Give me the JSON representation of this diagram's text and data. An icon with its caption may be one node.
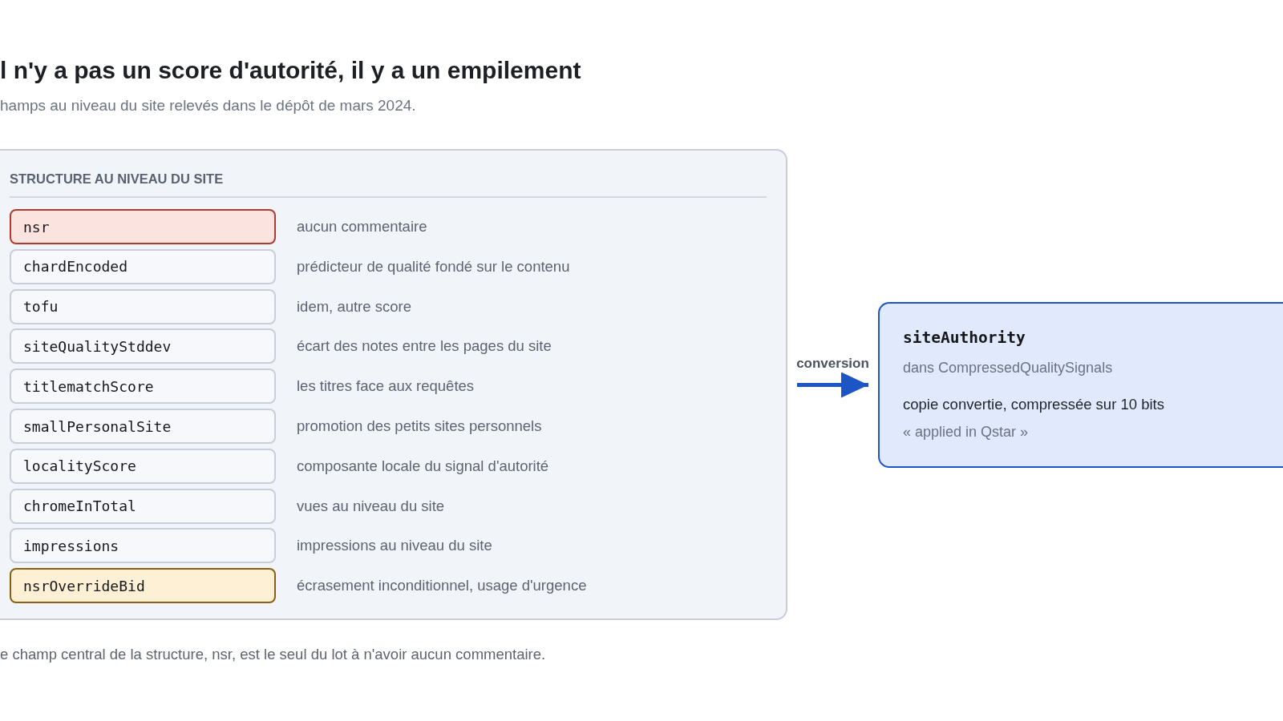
{
  "diagram": {
    "title": "l n'y a pas un score d'autorité, il y a un empilement",
    "caption": "e champ central de la structure, nsr, est le seul du lot à n'avoir aucun commentaire.",
    "nodes": [
      {
        "text": [
          "STRUCTURE AU NIVEAU DU SITE"
        ]
      },
      {
        "text": [
          "nsr"
        ],
        "in": 0,
        "beside": [
          "aucun commentaire"
        ]
      },
      {
        "text": [
          "chardEncoded"
        ],
        "in": 0,
        "beside": [
          "prédicteur de qualité fondé sur le contenu"
        ]
      },
      {
        "text": [
          "tofu"
        ],
        "in": 0,
        "beside": [
          "idem, autre score"
        ]
      },
      {
        "text": [
          "siteQualityStddev"
        ],
        "in": 0,
        "beside": [
          "écart des notes entre les pages du site"
        ]
      },
      {
        "text": [
          "titlematchScore"
        ],
        "in": 0,
        "beside": [
          "les titres face aux requêtes"
        ]
      },
      {
        "text": [
          "smallPersonalSite"
        ],
        "in": 0,
        "beside": [
          "promotion des petits sites personnels"
        ]
      },
      {
        "text": [
          "localityScore"
        ],
        "in": 0,
        "beside": [
          "composante locale du signal d'autorité"
        ]
      },
      {
        "text": [
          "chromeInTotal"
        ],
        "in": 0,
        "beside": [
          "vues au niveau du site"
        ]
      },
      {
        "text": [
          "impressions"
        ],
        "in": 0,
        "beside": [
          "impressions au niveau du site"
        ]
      },
      {
        "text": [
          "nsrOverrideBid"
        ],
        "in": 0,
        "beside": [
          "écrasement inconditionnel, usage d'urgence"
        ]
      },
      {
        "text": [
          "siteAuthority",
          "dans CompressedQualitySignals",
          "copie convertie, compressée sur 10 bits",
          "« applied in Qstar »"
        ]
      }
    ],
    "edges": [
      {
        "from": 0,
        "to": 11,
        "arrow": "to",
        "label": "conversion"
      }
    ],
    "labels": [
      "hamps au niveau du site relevés dans le dépôt de mars 2024."
    ]
  }
}
